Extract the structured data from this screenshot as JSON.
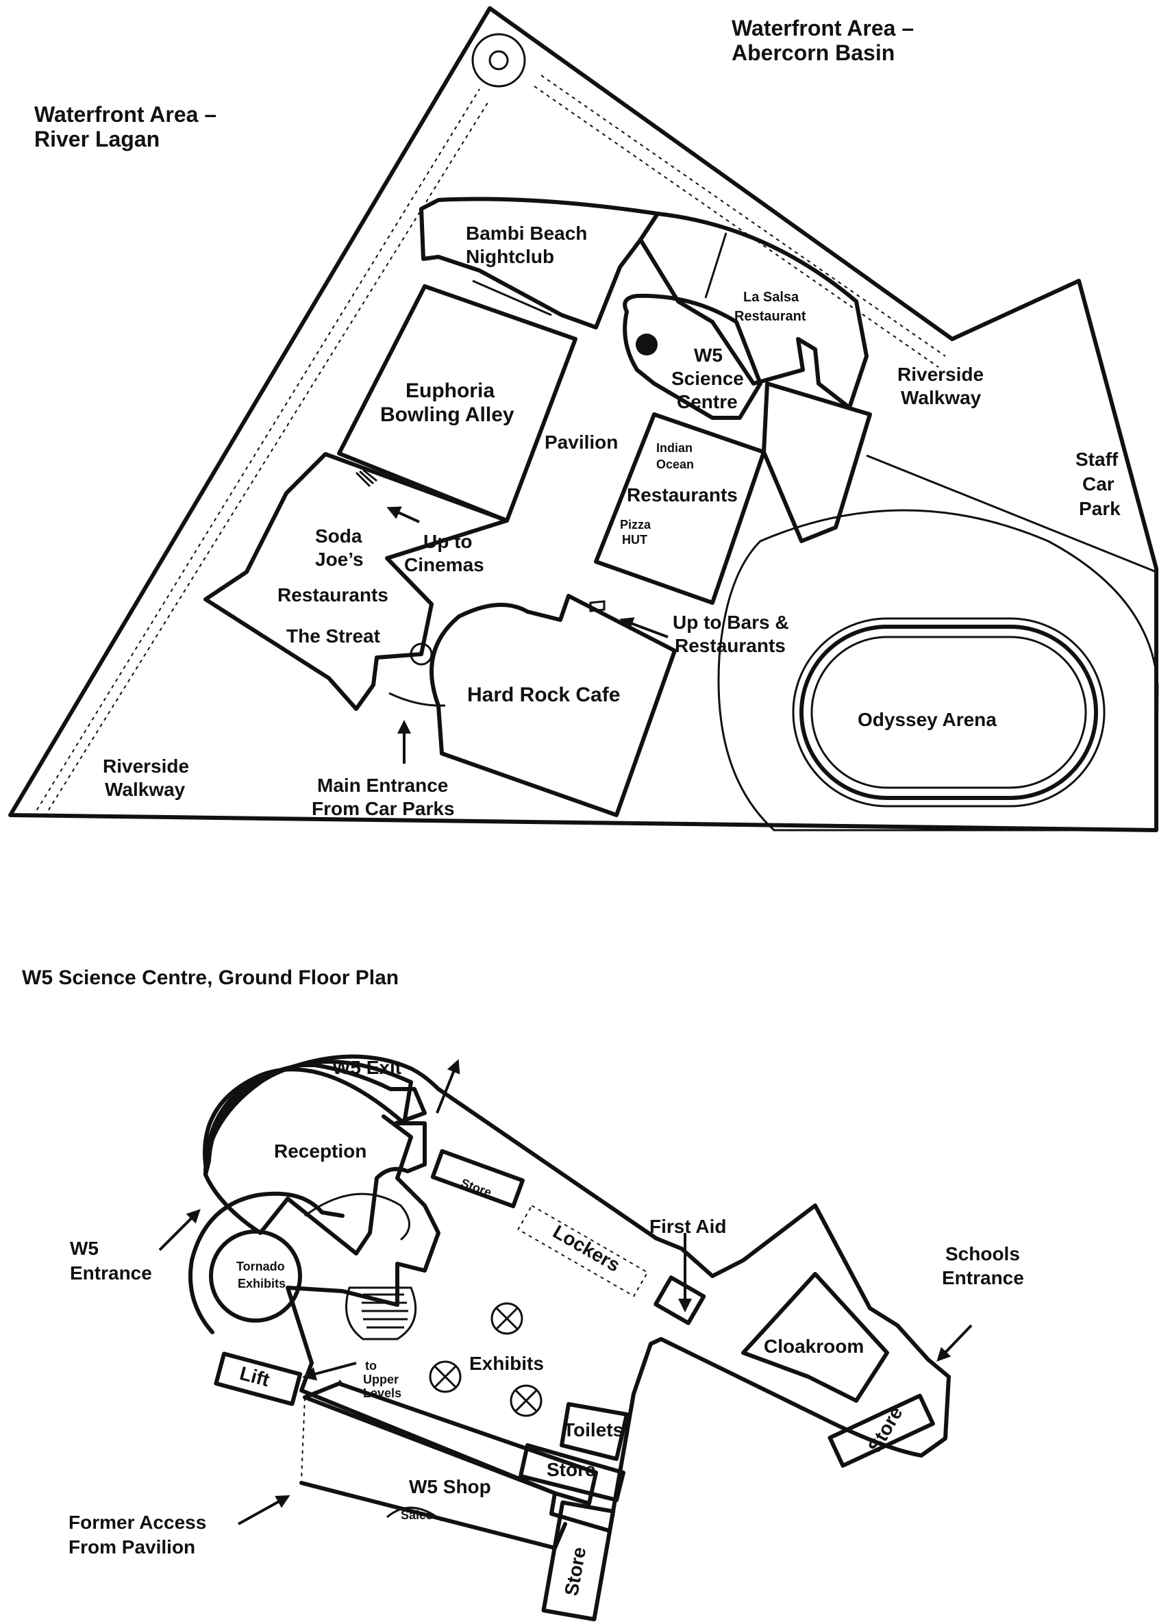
{
  "site_map": {
    "labels": {
      "waterfront_abercorn_1": "Waterfront Area –",
      "waterfront_abercorn_2": "Abercorn Basin",
      "waterfront_lagan_1": "Waterfront Area –",
      "waterfront_lagan_2": "River Lagan",
      "bambi_1": "Bambi Beach",
      "bambi_2": "Nightclub",
      "la_salsa_1": "La Salsa",
      "la_salsa_2": "Restaurant",
      "w5_1": "W5",
      "w5_2": "Science",
      "w5_3": "Centre",
      "riverside_ne_1": "Riverside",
      "riverside_ne_2": "Walkway",
      "staff_1": "Staff",
      "staff_2": "Car",
      "staff_3": "Park",
      "euphoria_1": "Euphoria",
      "euphoria_2": "Bowling Alley",
      "pavilion": "Pavilion",
      "indian_1": "Indian",
      "indian_2": "Ocean",
      "restaurants_east": "Restaurants",
      "pizza_1": "Pizza",
      "pizza_2": "HUT",
      "soda_1": "Soda",
      "soda_2": "Joe’s",
      "up_cinemas_1": "Up to",
      "up_cinemas_2": "Cinemas",
      "restaurants_west": "Restaurants",
      "streat": "The Streat",
      "up_bars_1": "Up to Bars &",
      "up_bars_2": "Restaurants",
      "hard_rock": "Hard Rock Cafe",
      "odyssey": "Odyssey Arena",
      "riverside_sw_1": "Riverside",
      "riverside_sw_2": "Walkway",
      "main_entrance_1": "Main Entrance",
      "main_entrance_2": "From Car Parks"
    }
  },
  "floor_plan": {
    "title": "W5 Science Centre, Ground Floor Plan",
    "labels": {
      "exit": "W5 Exit",
      "reception": "Reception",
      "store_top": "Store",
      "first_aid": "First Aid",
      "lockers": "Lockers",
      "schools_1": "Schools",
      "schools_2": "Entrance",
      "w5_entrance_1": "W5",
      "w5_entrance_2": "Entrance",
      "tornado_1": "Tornado",
      "tornado_2": "Exhibits",
      "cloakroom": "Cloakroom",
      "exhibits": "Exhibits",
      "to_upper_1": "to",
      "to_upper_2": "Upper",
      "to_upper_3": "Levels",
      "lift": "Lift",
      "toilets": "Toilets",
      "store_mid": "Store",
      "store_east": "Store",
      "w5_shop": "W5 Shop",
      "sales": "Sales",
      "store_bottom": "Store",
      "former_1": "Former Access",
      "former_2": "From Pavilion"
    }
  }
}
